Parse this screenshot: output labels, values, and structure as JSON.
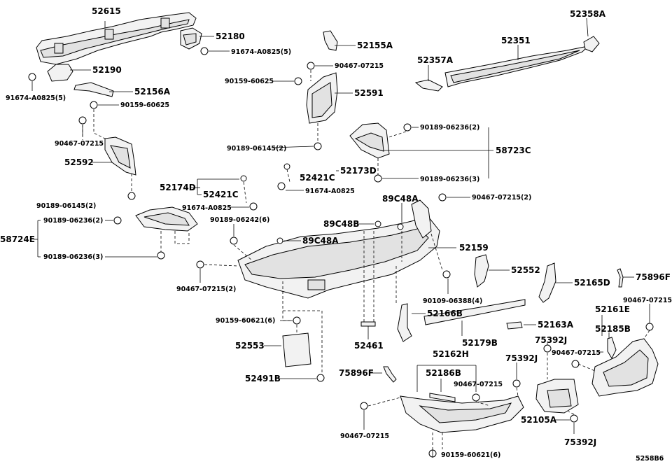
{
  "diagram": {
    "labels": [
      {
        "id": "52615",
        "text": "52615"
      },
      {
        "id": "52180",
        "text": "52180"
      },
      {
        "id": "91674-a0825-5a",
        "text": "91674-A0825(5)"
      },
      {
        "id": "52155a",
        "text": "52155A"
      },
      {
        "id": "52358a",
        "text": "52358A"
      },
      {
        "id": "52351",
        "text": "52351"
      },
      {
        "id": "52357a",
        "text": "52357A"
      },
      {
        "id": "90467-07215-a",
        "text": "90467-07215"
      },
      {
        "id": "52190",
        "text": "52190"
      },
      {
        "id": "91674-a0825-5b",
        "text": "91674-A0825(5)"
      },
      {
        "id": "52156a",
        "text": "52156A"
      },
      {
        "id": "90159-60625-a",
        "text": "90159-60625"
      },
      {
        "id": "90159-60625-b",
        "text": "90159-60625"
      },
      {
        "id": "52591",
        "text": "52591"
      },
      {
        "id": "90189-06236-2a",
        "text": "90189-06236(2)"
      },
      {
        "id": "90467-07215-b",
        "text": "90467-07215"
      },
      {
        "id": "52592",
        "text": "52592"
      },
      {
        "id": "90189-06145-2a",
        "text": "90189-06145(2)"
      },
      {
        "id": "58723c",
        "text": "58723C"
      },
      {
        "id": "52421c-a",
        "text": "52421C"
      },
      {
        "id": "52173d",
        "text": "52173D"
      },
      {
        "id": "90189-06236-3a",
        "text": "90189-06236(3)"
      },
      {
        "id": "52174d",
        "text": "52174D"
      },
      {
        "id": "52421c-b",
        "text": "52421C"
      },
      {
        "id": "91674-a0825-a",
        "text": "91674-A0825"
      },
      {
        "id": "91674-a0825-b",
        "text": "91674-A0825"
      },
      {
        "id": "90189-06145-2b",
        "text": "90189-06145(2)"
      },
      {
        "id": "89c48a-a",
        "text": "89C48A"
      },
      {
        "id": "90467-07215-2a",
        "text": "90467-07215(2)"
      },
      {
        "id": "90189-06236-2b",
        "text": "90189-06236(2)"
      },
      {
        "id": "58724e",
        "text": "58724E"
      },
      {
        "id": "90189-06242-6",
        "text": "90189-06242(6)"
      },
      {
        "id": "89c48b",
        "text": "89C48B"
      },
      {
        "id": "89c48a-b",
        "text": "89C48A"
      },
      {
        "id": "52159",
        "text": "52159"
      },
      {
        "id": "90189-06236-3b",
        "text": "90189-06236(3)"
      },
      {
        "id": "52552",
        "text": "52552"
      },
      {
        "id": "90467-07215-2b",
        "text": "90467-07215(2)"
      },
      {
        "id": "90109-06388-4",
        "text": "90109-06388(4)"
      },
      {
        "id": "52165d",
        "text": "52165D"
      },
      {
        "id": "75896f-a",
        "text": "75896F"
      },
      {
        "id": "90467-07215-c",
        "text": "90467-07215"
      },
      {
        "id": "52166b",
        "text": "52166B"
      },
      {
        "id": "52161e",
        "text": "52161E"
      },
      {
        "id": "90159-60621-6a",
        "text": "90159-60621(6)"
      },
      {
        "id": "52163a",
        "text": "52163A"
      },
      {
        "id": "52185b",
        "text": "52185B"
      },
      {
        "id": "75392j-a",
        "text": "75392J"
      },
      {
        "id": "52553",
        "text": "52553"
      },
      {
        "id": "52461",
        "text": "52461"
      },
      {
        "id": "52179b",
        "text": "52179B"
      },
      {
        "id": "90467-07215-d",
        "text": "90467-07215"
      },
      {
        "id": "52162h",
        "text": "52162H"
      },
      {
        "id": "75392j-b",
        "text": "75392J"
      },
      {
        "id": "75896f-b",
        "text": "75896F"
      },
      {
        "id": "52186b",
        "text": "52186B"
      },
      {
        "id": "90467-07215-e",
        "text": "90467-07215"
      },
      {
        "id": "52491b",
        "text": "52491B"
      },
      {
        "id": "90467-07215-f",
        "text": "90467-07215"
      },
      {
        "id": "52105a",
        "text": "52105A"
      },
      {
        "id": "75392j-c",
        "text": "75392J"
      },
      {
        "id": "90159-60621-6b",
        "text": "90159-60621(6)"
      },
      {
        "id": "code",
        "text": "5258B6"
      }
    ]
  }
}
